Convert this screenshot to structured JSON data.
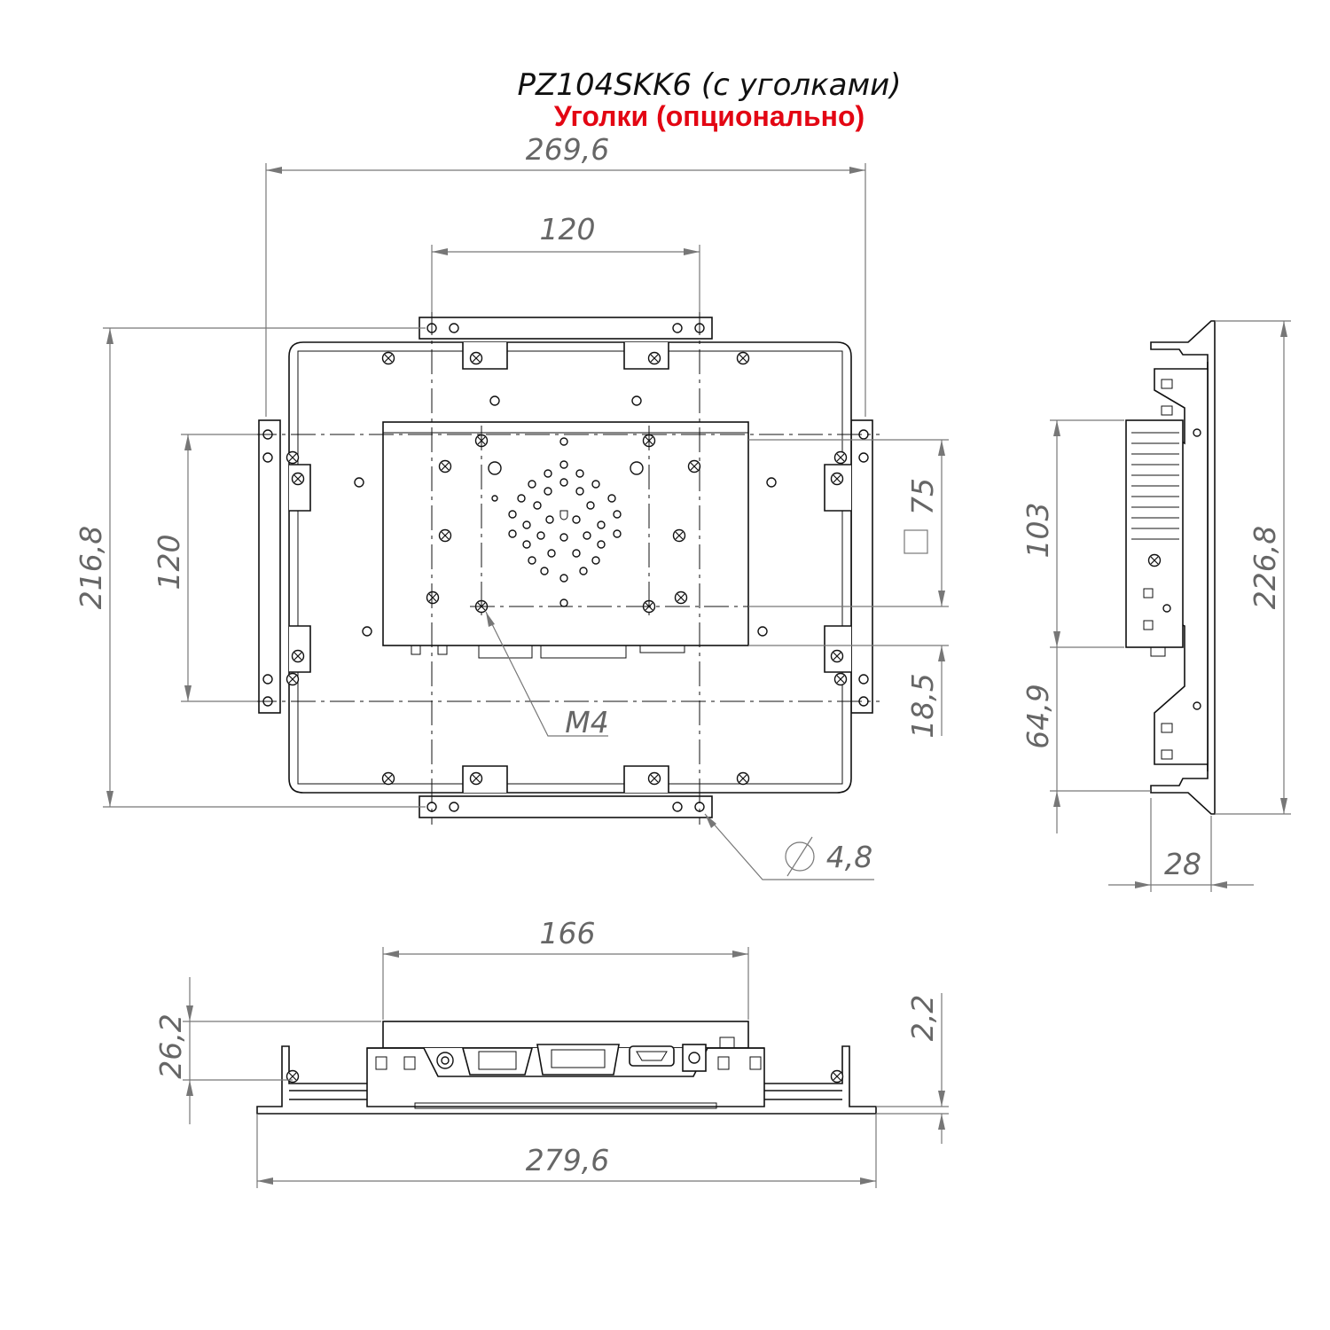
{
  "drawing": {
    "title": "PZ104SKK6 (с уголками)",
    "subtitle": "Уголки (опционально)",
    "colors": {
      "line": "#111111",
      "dimension": "#777777",
      "subtitle": "#e30613"
    },
    "dimensions": {
      "overall_width": "269,6",
      "vesa_width": "120",
      "overall_height": "216,8",
      "vesa_height": "120",
      "vesa_square": "75",
      "bottom_offset": "18,5",
      "thread": "M4",
      "hole_diameter": "4,8",
      "side_height": "226,8",
      "side_upper": "103",
      "side_lower": "64,9",
      "depth": "28",
      "box_width": "166",
      "bottom_depth": "26,2",
      "bezel": "2,2",
      "bottom_width": "279,6"
    }
  }
}
